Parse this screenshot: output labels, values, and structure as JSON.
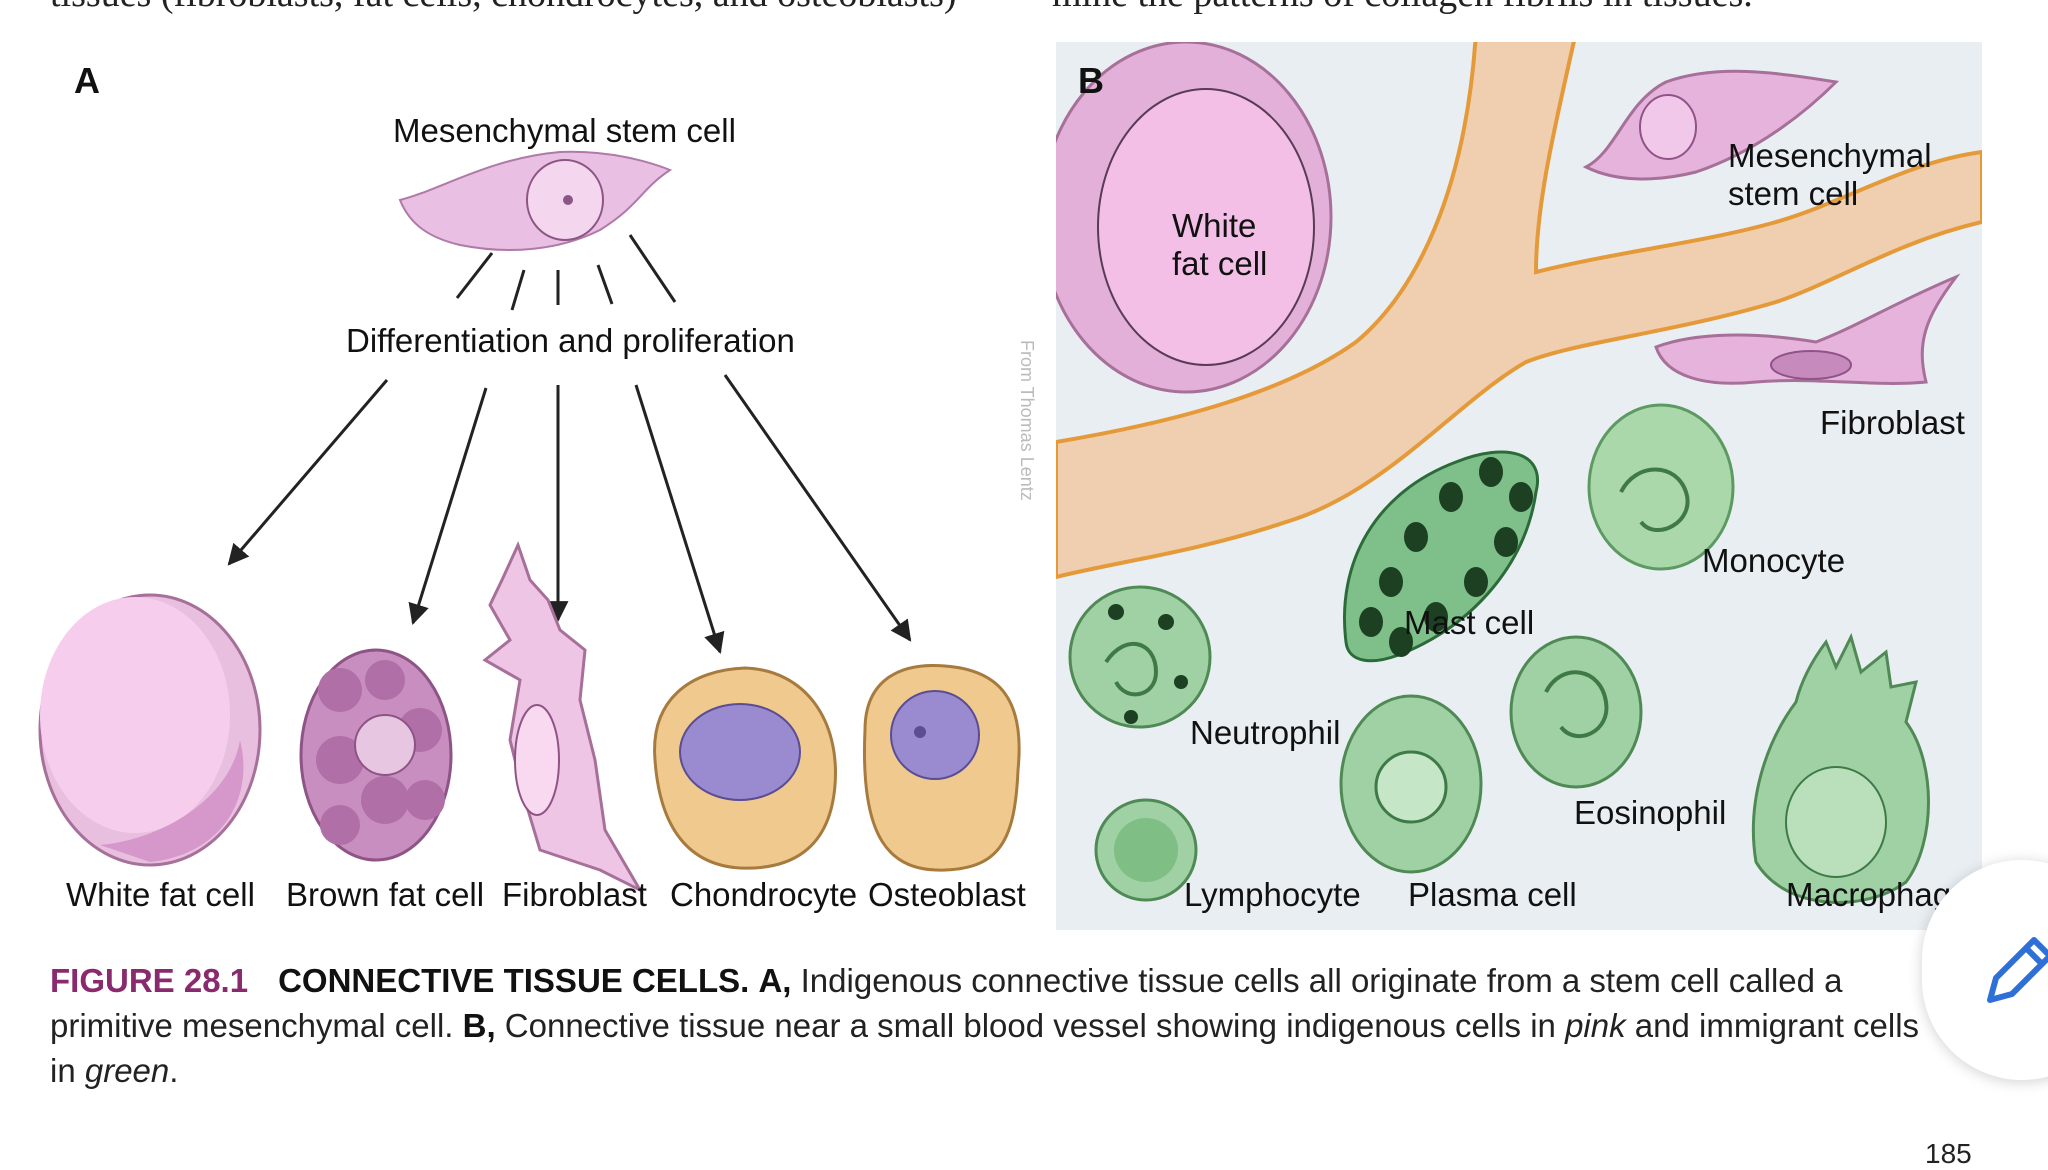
{
  "top_text": {
    "left": "tissues (fibroblasts, fat cells, chondrocytes, and osteoblasts)",
    "right": "mine the patterns of collagen fibrils in tissues."
  },
  "panel_a": {
    "label": "A",
    "stem_cell": "Mesenchymal stem cell",
    "process": "Differentiation and proliferation",
    "cells": [
      "White fat cell",
      "Brown fat cell",
      "Fibroblast",
      "Chondrocyte",
      "Osteoblast"
    ]
  },
  "credit": "From Thomas Lentz",
  "panel_b": {
    "label": "B",
    "white_fat": "White fat cell",
    "mesenchymal": "Mesenchymal stem cell",
    "fibroblast": "Fibroblast",
    "monocyte": "Monocyte",
    "mast": "Mast cell",
    "neutrophil": "Neutrophil",
    "eosinophil": "Eosinophil",
    "lymphocyte": "Lymphocyte",
    "plasma": "Plasma cell",
    "macrophage": "Macrophage"
  },
  "caption": {
    "fig": "FIGURE 28.1",
    "title": "CONNECTIVE TISSUE CELLS.",
    "a": "A,",
    "a_text": " Indigenous connective tissue cells all originate from a stem cell called a primitive mesenchymal cell. ",
    "b": "B,",
    "b_text1": " Connective tissue near a small blood vessel showing indigenous cells in ",
    "pink": "pink",
    "b_text2": " and immigrant cells in ",
    "green": "green",
    "b_text3": "."
  },
  "page_number": "185",
  "colors": {
    "indigenous": "#e6b3dc",
    "immigrant": "#9fd1a4",
    "vessel": "#efcfb0",
    "figure": "#8a2a6e"
  }
}
